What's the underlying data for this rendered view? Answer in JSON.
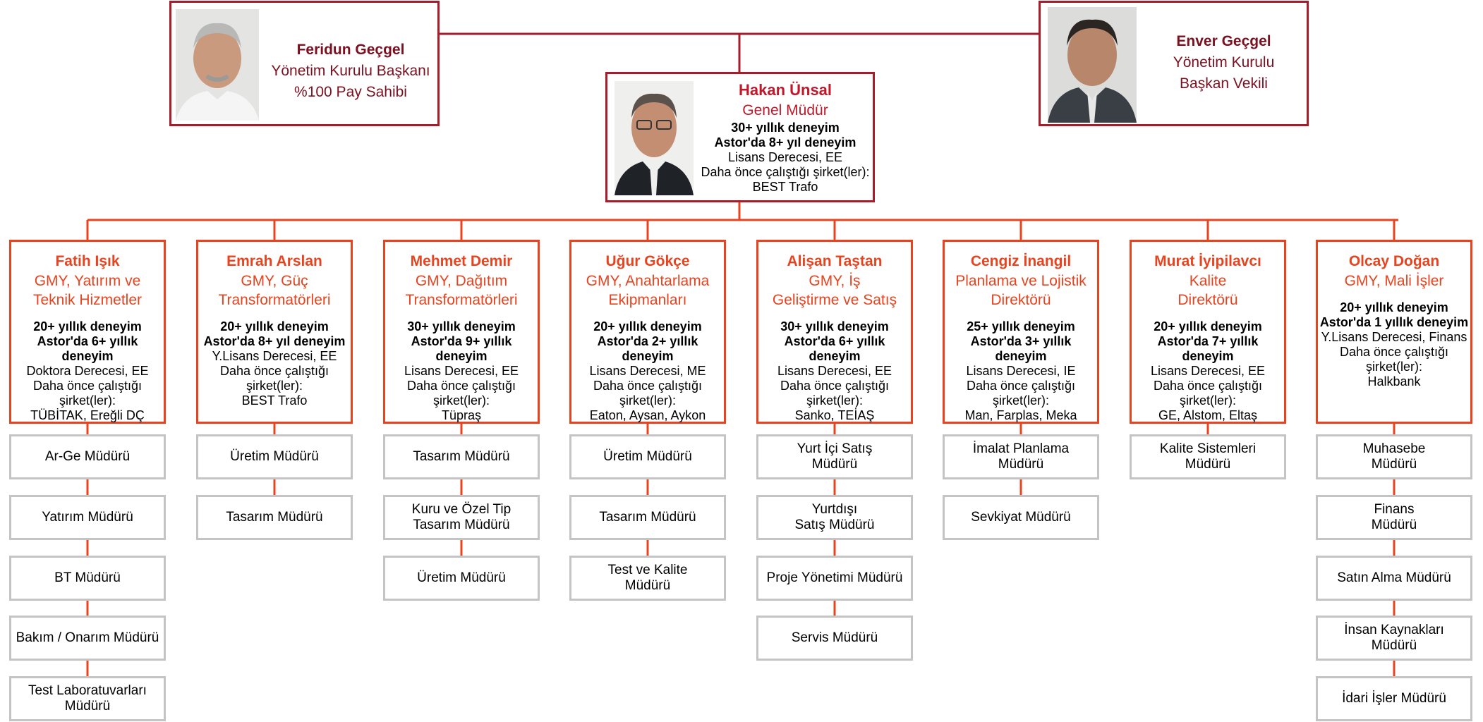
{
  "colors": {
    "executive_border": "#a61c2b",
    "executive_text": "#7a1020",
    "manager_accent": "#e8431f",
    "sub_unit_border": "#c4c4c4",
    "connector": "#e8431f"
  },
  "board": [
    {
      "name": "Feridun Geçgel",
      "lines": [
        "Yönetim Kurulu Başkanı",
        "%100 Pay Sahibi"
      ],
      "photo": "portrait-photo"
    },
    {
      "name": "Enver Geçgel",
      "lines": [
        "Yönetim Kurulu",
        "Başkan Vekili"
      ],
      "photo": "portrait-photo"
    }
  ],
  "general_manager": {
    "name": "Hakan Ünsal",
    "title": "Genel Müdür",
    "experience": "30+ yıllık deneyim",
    "astor_experience": "Astor'da 8+ yıl deneyim",
    "degree": "Lisans Derecesi, EE",
    "previous_label": "Daha önce çalıştığı şirket(ler):",
    "previous": "BEST Trafo",
    "photo": "portrait-photo"
  },
  "departments": [
    {
      "name": "Fatih Işık",
      "title": [
        "GMY, Yatırım ve",
        "Teknik Hizmetler"
      ],
      "bold": [
        "20+ yıllık deneyim",
        "Astor'da 6+ yıllık",
        "deneyim"
      ],
      "normal": [
        "Doktora Derecesi, EE",
        "Daha önce çalıştığı",
        "şirket(ler):",
        "TÜBİTAK, Ereğli DÇ"
      ],
      "units": [
        "Ar-Ge Müdürü",
        "Yatırım Müdürü",
        "BT Müdürü",
        "Bakım / Onarım Müdürü",
        "Test Laboratuvarları\nMüdürü"
      ]
    },
    {
      "name": "Emrah Arslan",
      "title": [
        "GMY, Güç",
        "Transformatörleri"
      ],
      "bold": [
        "20+ yıllık deneyim",
        "Astor'da 8+ yıl deneyim"
      ],
      "normal": [
        "Y.Lisans Derecesi, EE",
        "Daha önce çalıştığı",
        "şirket(ler):",
        "BEST Trafo"
      ],
      "units": [
        "Üretim Müdürü",
        "Tasarım Müdürü"
      ]
    },
    {
      "name": "Mehmet Demir",
      "title": [
        "GMY, Dağıtım",
        "Transformatörleri"
      ],
      "bold": [
        "30+ yıllık deneyim",
        "Astor'da 9+ yıllık",
        "deneyim"
      ],
      "normal": [
        "Lisans Derecesi, EE",
        "Daha önce çalıştığı",
        "şirket(ler):",
        "Tüpraş"
      ],
      "units": [
        "Tasarım Müdürü",
        "Kuru ve Özel Tip\nTasarım Müdürü",
        "Üretim Müdürü"
      ]
    },
    {
      "name": "Uğur Gökçe",
      "title": [
        "GMY, Anahtarlama",
        "Ekipmanları"
      ],
      "bold": [
        "20+ yıllık deneyim",
        "Astor'da 2+ yıllık",
        "deneyim"
      ],
      "normal": [
        "Lisans Derecesi, ME",
        "Daha önce çalıştığı",
        "şirket(ler):",
        "Eaton, Aysan, Aykon"
      ],
      "units": [
        "Üretim Müdürü",
        "Tasarım Müdürü",
        "Test ve Kalite\nMüdürü"
      ]
    },
    {
      "name": "Alişan Taştan",
      "title": [
        "GMY, İş",
        "Geliştirme ve Satış"
      ],
      "bold": [
        "30+ yıllık deneyim",
        "Astor'da 6+ yıllık",
        "deneyim"
      ],
      "normal": [
        "Lisans Derecesi, EE",
        "Daha önce çalıştığı",
        "şirket(ler):",
        "Sanko, TEİAŞ"
      ],
      "units": [
        "Yurt İçi Satış\nMüdürü",
        "Yurtdışı\nSatış Müdürü",
        "Proje Yönetimi Müdürü",
        "Servis Müdürü"
      ]
    },
    {
      "name": "Cengiz İnangil",
      "title": [
        "Planlama ve Lojistik",
        "Direktörü"
      ],
      "bold": [
        "25+ yıllık deneyim",
        "Astor'da 3+ yıllık",
        "deneyim"
      ],
      "normal": [
        "Lisans Derecesi, IE",
        "Daha önce çalıştığı",
        "şirket(ler):",
        "Man, Farplas, Meka"
      ],
      "units": [
        "İmalat Planlama Müdürü",
        "Sevkiyat Müdürü"
      ]
    },
    {
      "name": "Murat İyipilavcı",
      "title": [
        "Kalite",
        "Direktörü"
      ],
      "bold": [
        "20+ yıllık deneyim",
        "Astor'da 7+ yıllık",
        "deneyim"
      ],
      "normal": [
        "Lisans Derecesi, EE",
        "Daha önce çalıştığı",
        "şirket(ler):",
        "GE, Alstom, Eltaş"
      ],
      "units": [
        "Kalite Sistemleri\nMüdürü"
      ]
    },
    {
      "name": "Olcay Doğan",
      "title": [
        "GMY, Mali İşler"
      ],
      "bold": [
        "20+ yıllık deneyim",
        "Astor'da 1 yıllık deneyim"
      ],
      "normal": [
        "Y.Lisans Derecesi, Finans",
        "Daha önce çalıştığı",
        "şirket(ler):",
        "Halkbank"
      ],
      "units": [
        "Muhasebe\nMüdürü",
        "Finans\nMüdürü",
        "Satın Alma Müdürü",
        "İnsan Kaynakları\nMüdürü",
        "İdari İşler Müdürü"
      ]
    }
  ]
}
